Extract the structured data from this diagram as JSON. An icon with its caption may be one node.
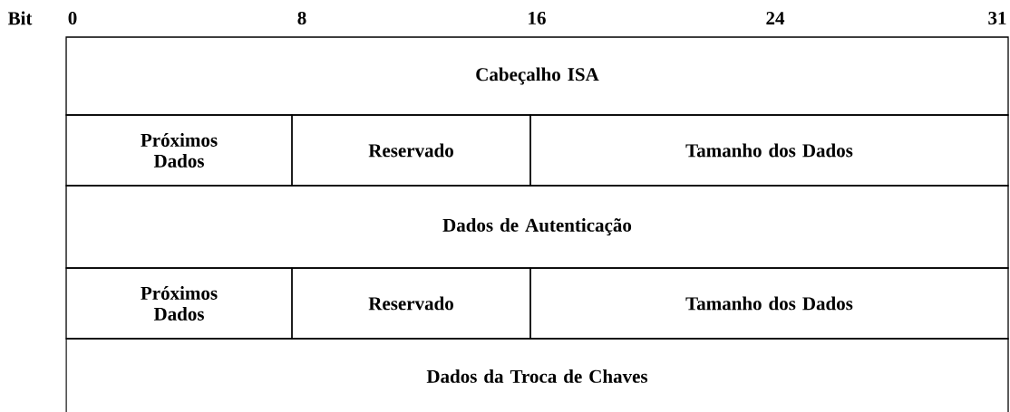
{
  "diagram": {
    "nodes": [
      {
        "text": [
          "Cabeçalho ISA"
        ]
      },
      {
        "text": [
          "Próximos Dados"
        ]
      },
      {
        "text": [
          "Reservado"
        ]
      },
      {
        "text": [
          "Tamanho dos Dados"
        ]
      },
      {
        "text": [
          "Dados de Autenticação"
        ]
      },
      {
        "text": [
          "Próximos Dados"
        ]
      },
      {
        "text": [
          "Reservado"
        ]
      },
      {
        "text": [
          "Tamanho dos Dados"
        ]
      },
      {
        "text": [
          "Dados da Troca de Chaves"
        ]
      }
    ],
    "labels": [
      "Bit",
      "0",
      "8",
      "16",
      "24",
      "31"
    ]
  }
}
